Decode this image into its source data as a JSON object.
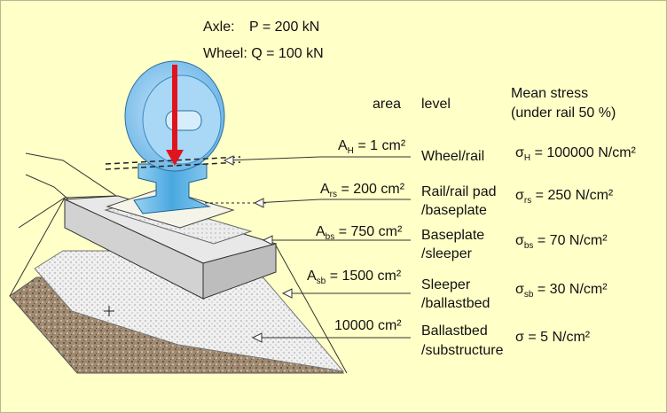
{
  "load": {
    "axle_label": "Axle:",
    "axle_value": "P = 200 kN",
    "wheel_label": "Wheel:",
    "wheel_value": "Q = 100 kN"
  },
  "headers": {
    "area": "area",
    "level": "level",
    "stress_line1": "Mean stress",
    "stress_line2": "(under rail 50 %)"
  },
  "rows": [
    {
      "area_sym": "A",
      "area_sub": "H",
      "area_val": "= 1 cm²",
      "level_line1": "Wheel/rail",
      "level_line2": "",
      "stress_sym": "σ",
      "stress_sub": "H",
      "stress_val": "= 100000 N/cm²"
    },
    {
      "area_sym": "A",
      "area_sub": "rs",
      "area_val": "= 200 cm²",
      "level_line1": "Rail/rail pad",
      "level_line2": "/baseplate",
      "stress_sym": "σ",
      "stress_sub": "rs",
      "stress_val": "= 250 N/cm²"
    },
    {
      "area_sym": "A",
      "area_sub": "bs",
      "area_val": "= 750 cm²",
      "level_line1": "Baseplate",
      "level_line2": "/sleeper",
      "stress_sym": "σ",
      "stress_sub": "bs",
      "stress_val": "= 70 N/cm²"
    },
    {
      "area_sym": "A",
      "area_sub": "sb",
      "area_val": "= 1500 cm²",
      "level_line1": "Sleeper",
      "level_line2": "/ballastbed",
      "stress_sym": "σ",
      "stress_sub": "sb",
      "stress_val": "= 30 N/cm²"
    },
    {
      "area_sym": "",
      "area_sub": "",
      "area_val": "10000 cm²",
      "level_line1": "Ballastbed",
      "level_line2": "/substructure",
      "stress_sym": "σ",
      "stress_sub": "",
      "stress_val": "= 5 N/cm²"
    }
  ],
  "colors": {
    "background": "#ffffc8",
    "wheel": "#8ec8ef",
    "wheel_dark": "#3a8fd0",
    "rail": "#5fb8e8",
    "load_arrow": "#e0141e",
    "ballast_dark": "#8a7560",
    "ballast_light": "#e4e4e4",
    "sleeper_top": "#e8e8e8",
    "sleeper_side": "#cfcfcf"
  }
}
